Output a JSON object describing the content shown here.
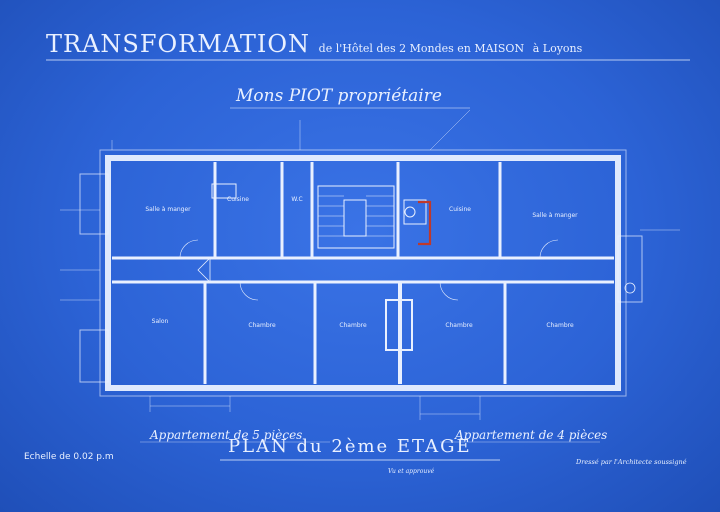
{
  "title": {
    "main": "TRANSFORMATION",
    "rest": "de l'Hôtel des 2 Mondes en MAISON",
    "place": "à Loyons"
  },
  "owner": "Mons PIOT propriétaire",
  "plan_title": "PLAN du 2ème ETAGE",
  "apartment_left": "Appartement de 5 pièces",
  "apartment_right": "Appartement de 4 pièces",
  "scale": "Echelle de 0.02 p.m",
  "rooms": {
    "salle_manger_left": "Salle à manger",
    "salle_manger_right": "Salle à manger",
    "cuisine_left": "Cuisine",
    "cuisine_right": "Cuisine",
    "wc": "W.C",
    "salon": "Salon",
    "chambre_1": "Chambre",
    "chambre_2": "Chambre",
    "chambre_3": "Chambre",
    "chambre_4": "Chambre"
  },
  "signature": "Dressé par l'Architecte soussigné",
  "stamp": "Vu et approuvé"
}
